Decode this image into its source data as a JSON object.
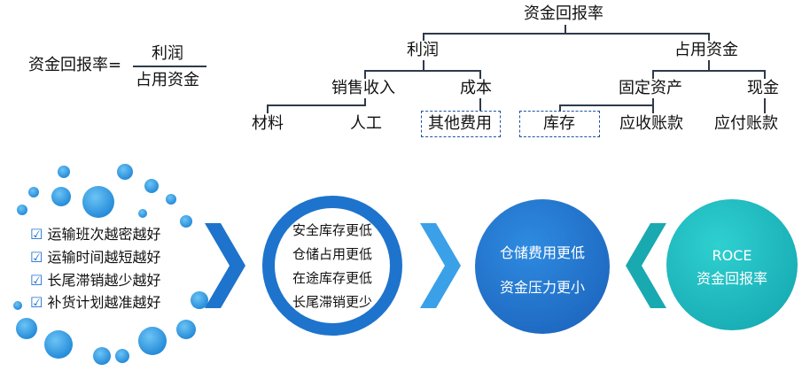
{
  "formula": {
    "label": "资金回报率=",
    "numerator": "利润",
    "denominator": "占用资金"
  },
  "tree": {
    "root": "资金回报率",
    "profit": "利润",
    "capital": "占用资金",
    "sales": "销售收入",
    "cost": "成本",
    "fixed_assets": "固定资产",
    "cash": "现金",
    "materials": "材料",
    "labor": "人工",
    "other_costs": "其他费用",
    "inventory": "库存",
    "receivables": "应收账款",
    "payables": "应付账款"
  },
  "checklist": [
    "运输班次越密越好",
    "运输时间越短越好",
    "长尾滞销越少越好",
    "补货计划越准越好"
  ],
  "ring_circle": [
    "安全库存更低",
    "仓储占用更低",
    "在途库存更低",
    "长尾滞销更少"
  ],
  "blue_circle": [
    "仓储费用更低",
    "资金压力更小"
  ],
  "teal_circle": {
    "line1": "ROCE",
    "line2": "资金回报率"
  },
  "colors": {
    "blue": "#1e73cc",
    "light_blue": "#3aa0e8",
    "teal": "#19b3b8",
    "line": "#2d3a4a",
    "dash": "#1e4fa3"
  }
}
